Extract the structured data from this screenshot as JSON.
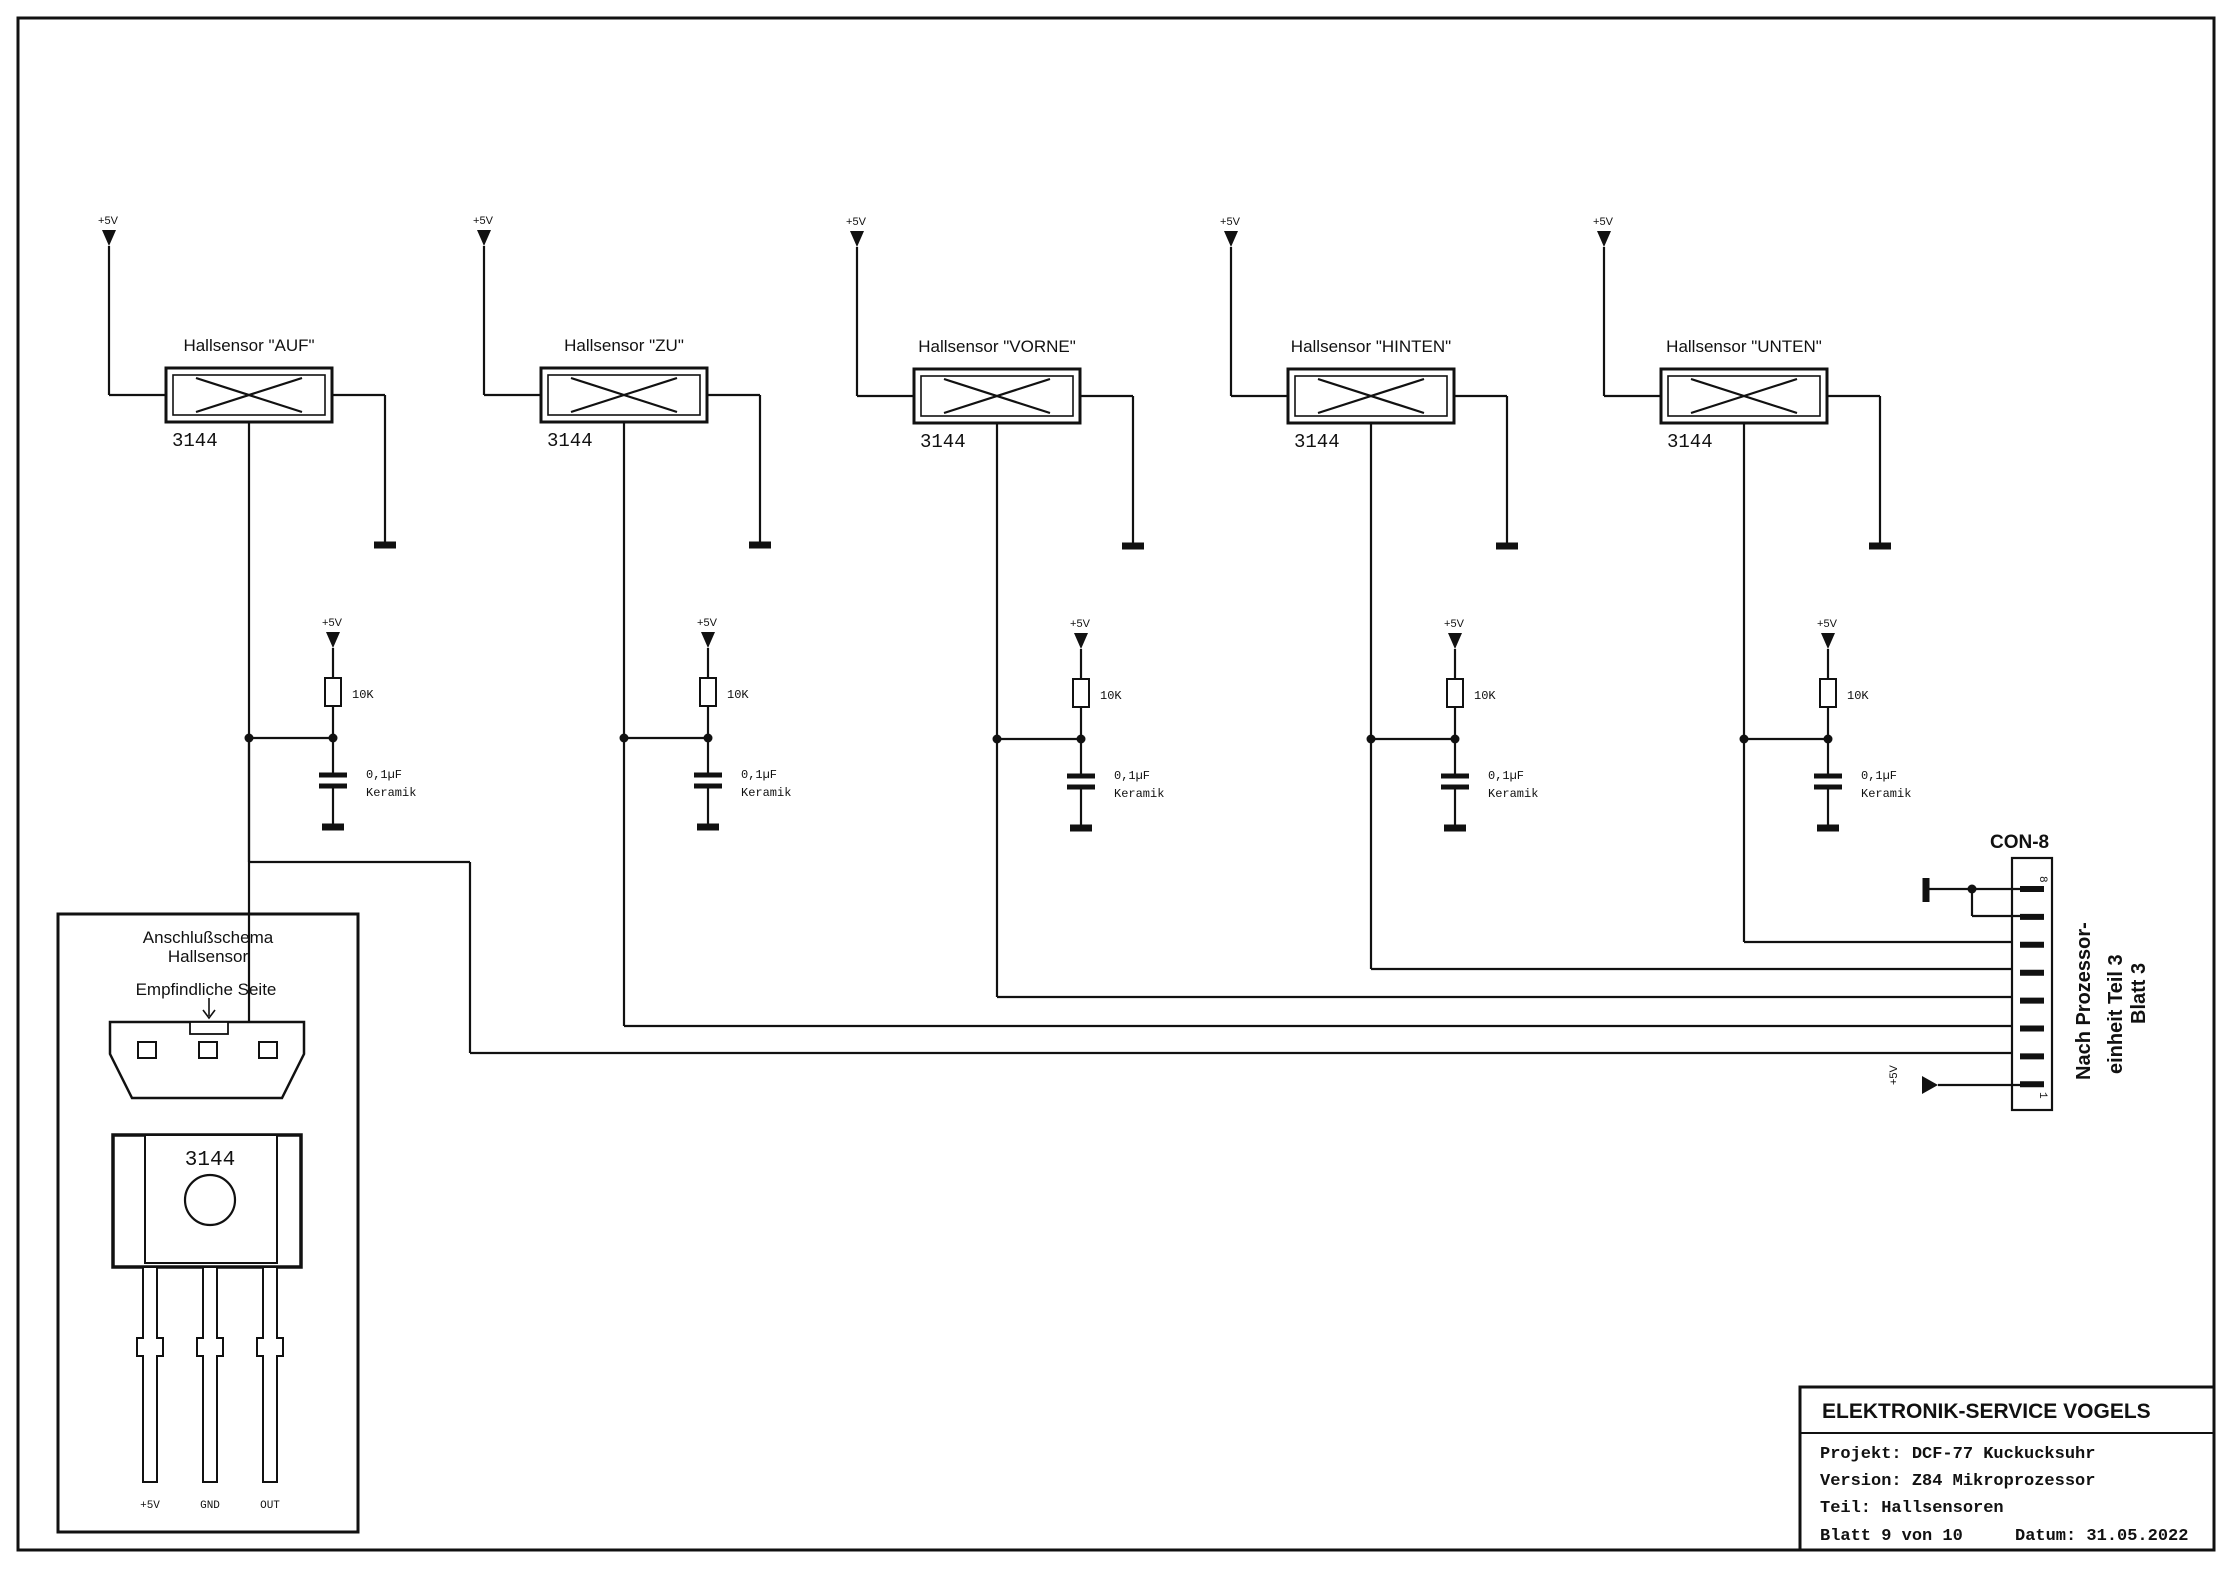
{
  "sensors": [
    {
      "name": "Hallsensor \"AUF\"",
      "part": "3144"
    },
    {
      "name": "Hallsensor \"ZU\"",
      "part": "3144"
    },
    {
      "name": "Hallsensor \"VORNE\"",
      "part": "3144"
    },
    {
      "name": "Hallsensor \"HINTEN\"",
      "part": "3144"
    },
    {
      "name": "Hallsensor \"UNTEN\"",
      "part": "3144"
    }
  ],
  "supply_label": "+5V",
  "resistor_value": "10K",
  "capacitor_value": "0,1µF",
  "capacitor_type": "Keramik",
  "connector": {
    "name": "CON-8",
    "pin_first": "1",
    "pin_last": "8",
    "supply_label": "+5V",
    "destination": [
      "Nach Prozessor-",
      "einheit  Teil 3",
      "Blatt 3"
    ]
  },
  "pinout": {
    "title_line1": "Anschlußschema",
    "title_line2": "Hallsensor",
    "sensitive_side": "Empfindliche Seite",
    "part": "3144",
    "pins": [
      "+5V",
      "GND",
      "OUT"
    ]
  },
  "title_block": {
    "company": "ELEKTRONIK-SERVICE VOGELS",
    "project": "Projekt: DCF-77 Kuckucksuhr",
    "version": "Version: Z84 Mikroprozessor",
    "part": "Teil: Hallsensoren",
    "sheet": "Blatt 9 von 10",
    "date": "Datum: 31.05.2022"
  }
}
